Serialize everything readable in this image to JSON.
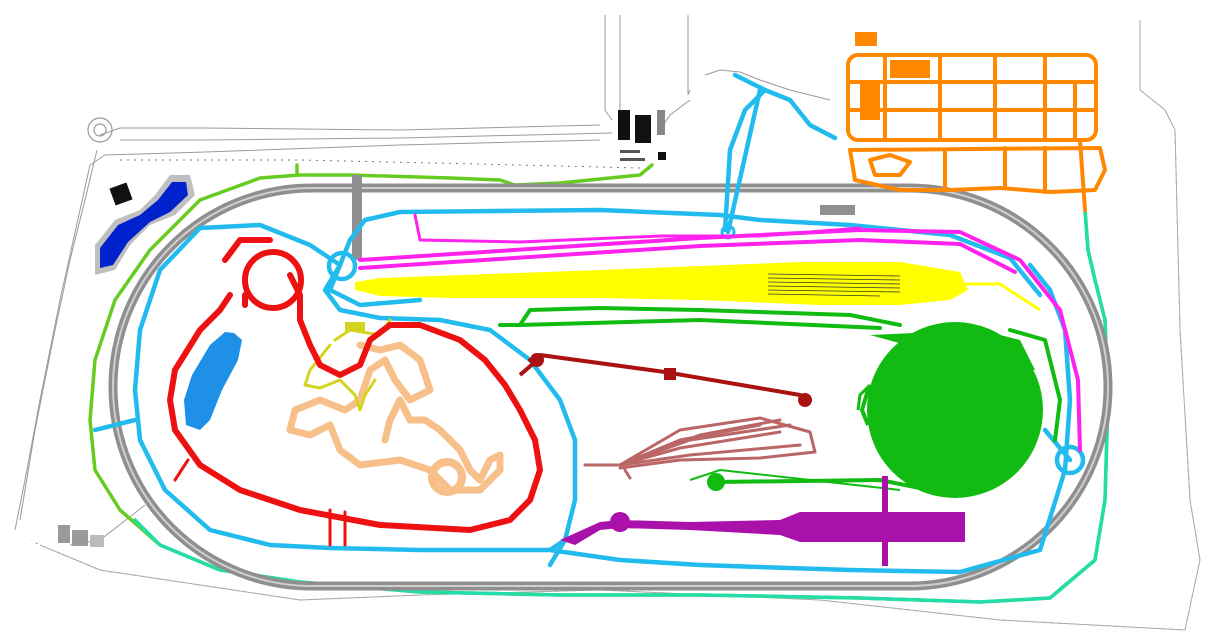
{
  "map": {
    "colors": {
      "background": "#ffffff",
      "boundary": "#9a9a9a",
      "outer_oval": "#8f8f8f",
      "perimeter_green": "#66cc22",
      "perimeter_teal": "#22ddaa",
      "service_blue": "#22bbee",
      "handling_red": "#ee1111",
      "lake_blue": "#1e90e8",
      "yellow_track": "#ffff00",
      "olive_track": "#d4d41e",
      "peach_track": "#f7c08a",
      "magenta_straight": "#ff22ee",
      "green_pad": "#11bb11",
      "dark_red_strip": "#aa1111",
      "brown_fan": "#bb6666",
      "purple_strip": "#aa11aa",
      "orange_complex": "#ff8800",
      "navy_pool": "#0022cc",
      "buildings": "#111111"
    },
    "zones": [
      {
        "name": "outer-high-speed-oval"
      },
      {
        "name": "perimeter-road"
      },
      {
        "name": "service-road-network"
      },
      {
        "name": "handling-circuit"
      },
      {
        "name": "water-basin"
      },
      {
        "name": "yellow-straight"
      },
      {
        "name": "magenta-straight"
      },
      {
        "name": "dynamic-platform"
      },
      {
        "name": "braking-strip"
      },
      {
        "name": "fan-test-track"
      },
      {
        "name": "purple-test-strip"
      },
      {
        "name": "orange-facility-complex"
      },
      {
        "name": "navy-wading-pool"
      },
      {
        "name": "entrance-buildings"
      }
    ]
  }
}
